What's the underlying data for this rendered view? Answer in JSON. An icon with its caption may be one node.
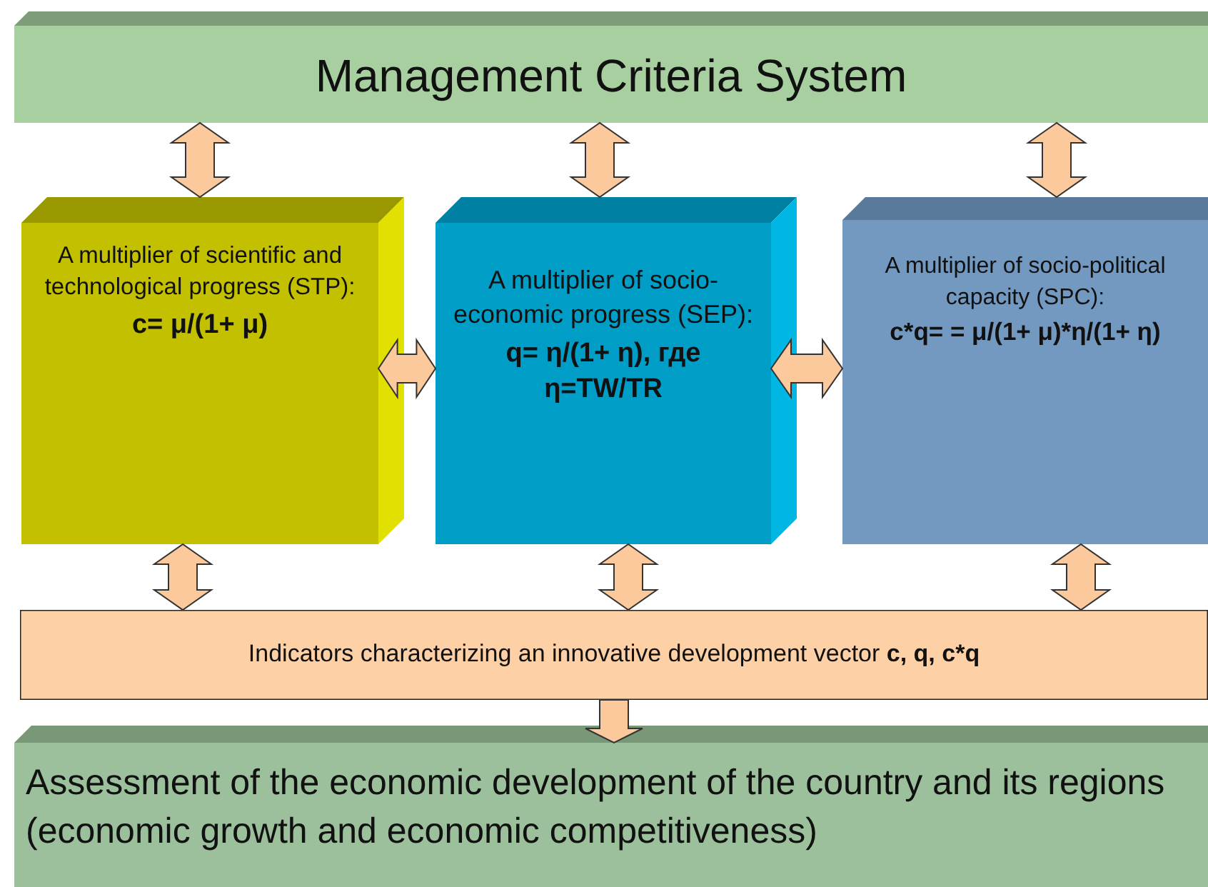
{
  "diagram": {
    "nodes": [
      {
        "text": [
          "Management Criteria System"
        ]
      },
      {
        "text": [
          "A multiplier of scientific and technological progress (STP):",
          "c= μ/(1+ μ)"
        ]
      },
      {
        "text": [
          "A multiplier of socio-economic progress (SEP):",
          "q= η/(1+ η), где η=TW/TR"
        ]
      },
      {
        "text": [
          "A multiplier of socio-political capacity (SPC):",
          "c*q= = μ/(1+ μ)*η/(1+ η)"
        ]
      },
      {
        "text": [
          "Indicators characterizing an innovative development vector **c, q, c*q**"
        ]
      },
      {
        "text": [
          "Assessment of the economic development of the country and its regions (economic growth and economic competitiveness)"
        ]
      }
    ],
    "edges": [
      {
        "from": 0,
        "to": 1,
        "arrow": "both"
      },
      {
        "from": 0,
        "to": 2,
        "arrow": "both"
      },
      {
        "from": 0,
        "to": 3,
        "arrow": "both"
      },
      {
        "from": 1,
        "to": 2,
        "arrow": "both"
      },
      {
        "from": 2,
        "to": 3,
        "arrow": "both"
      },
      {
        "from": 1,
        "to": 4,
        "arrow": "both"
      },
      {
        "from": 2,
        "to": 4,
        "arrow": "both"
      },
      {
        "from": 3,
        "to": 4,
        "arrow": "both"
      },
      {
        "from": 4,
        "to": 5,
        "arrow": "to"
      }
    ]
  }
}
